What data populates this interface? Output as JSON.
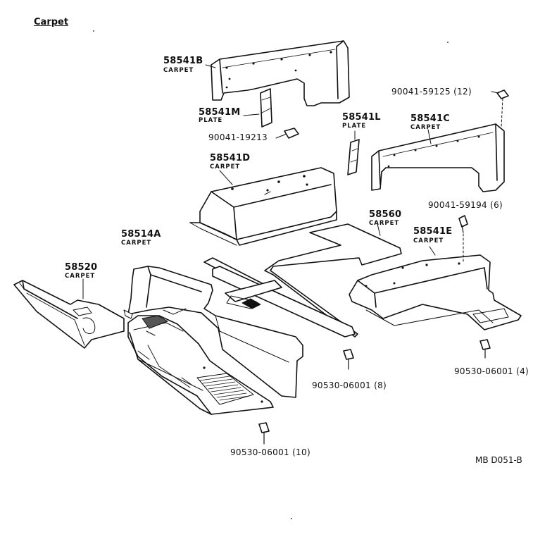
{
  "title": "Carpet",
  "diagram_code": "MB D051-B",
  "parts": [
    {
      "number": "58541B",
      "desc": "CARPET"
    },
    {
      "number": "58541M",
      "desc": "PLATE"
    },
    {
      "number": "58541L",
      "desc": "PLATE"
    },
    {
      "number": "58541C",
      "desc": "CARPET"
    },
    {
      "number": "58541D",
      "desc": "CARPET"
    },
    {
      "number": "58560",
      "desc": "CARPET"
    },
    {
      "number": "58514A",
      "desc": "CARPET"
    },
    {
      "number": "58541E",
      "desc": "CARPET"
    },
    {
      "number": "58520",
      "desc": "CARPET"
    }
  ],
  "fasteners": [
    {
      "label": "90041-59125 (12)"
    },
    {
      "label": "90041-19213"
    },
    {
      "label": "90041-59194 (6)"
    },
    {
      "label": "90530-06001 (4)"
    },
    {
      "label": "90530-06001 (8)"
    },
    {
      "label": "90530-06001 (10)"
    }
  ]
}
